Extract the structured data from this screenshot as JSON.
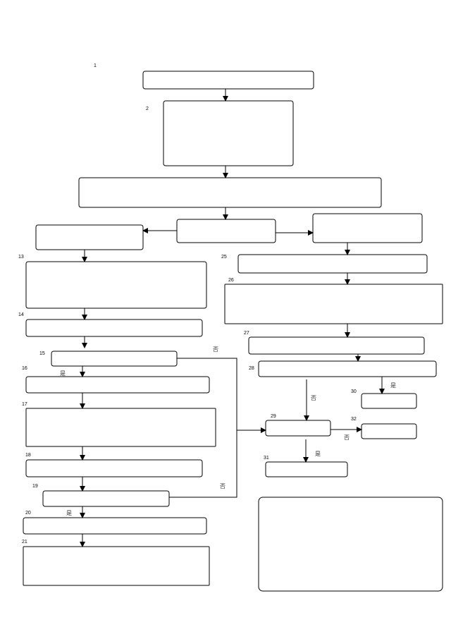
{
  "steps": {
    "n1": "1",
    "n2": "2",
    "n13": "13",
    "n14": "14",
    "n15": "15",
    "n16": "16",
    "n17": "17",
    "n18": "18",
    "n19": "19",
    "n20": "20",
    "n21": "21",
    "n25": "25",
    "n26": "26",
    "n27": "27",
    "n28": "28",
    "n29": "29",
    "n30": "30",
    "n31": "31",
    "n32": "32"
  },
  "branches": {
    "yes": "是",
    "no": "否"
  }
}
